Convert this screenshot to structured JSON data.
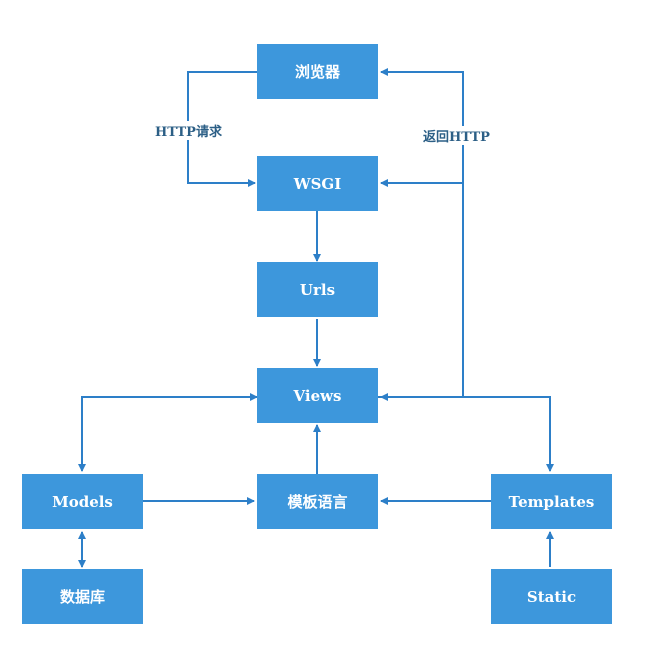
{
  "nodes": {
    "browser": "浏览器",
    "wsgi": "WSGI",
    "urls": "Urls",
    "views": "Views",
    "models": "Models",
    "template_lang": "模板语言",
    "templates": "Templates",
    "database": "数据库",
    "static": "Static"
  },
  "edge_labels": {
    "http_request": "HTTP请求",
    "return_http": "返回HTTP"
  },
  "colors": {
    "node_fill": "#3d97dc",
    "line": "#2d7fc8",
    "label_text": "#2c5f86"
  }
}
